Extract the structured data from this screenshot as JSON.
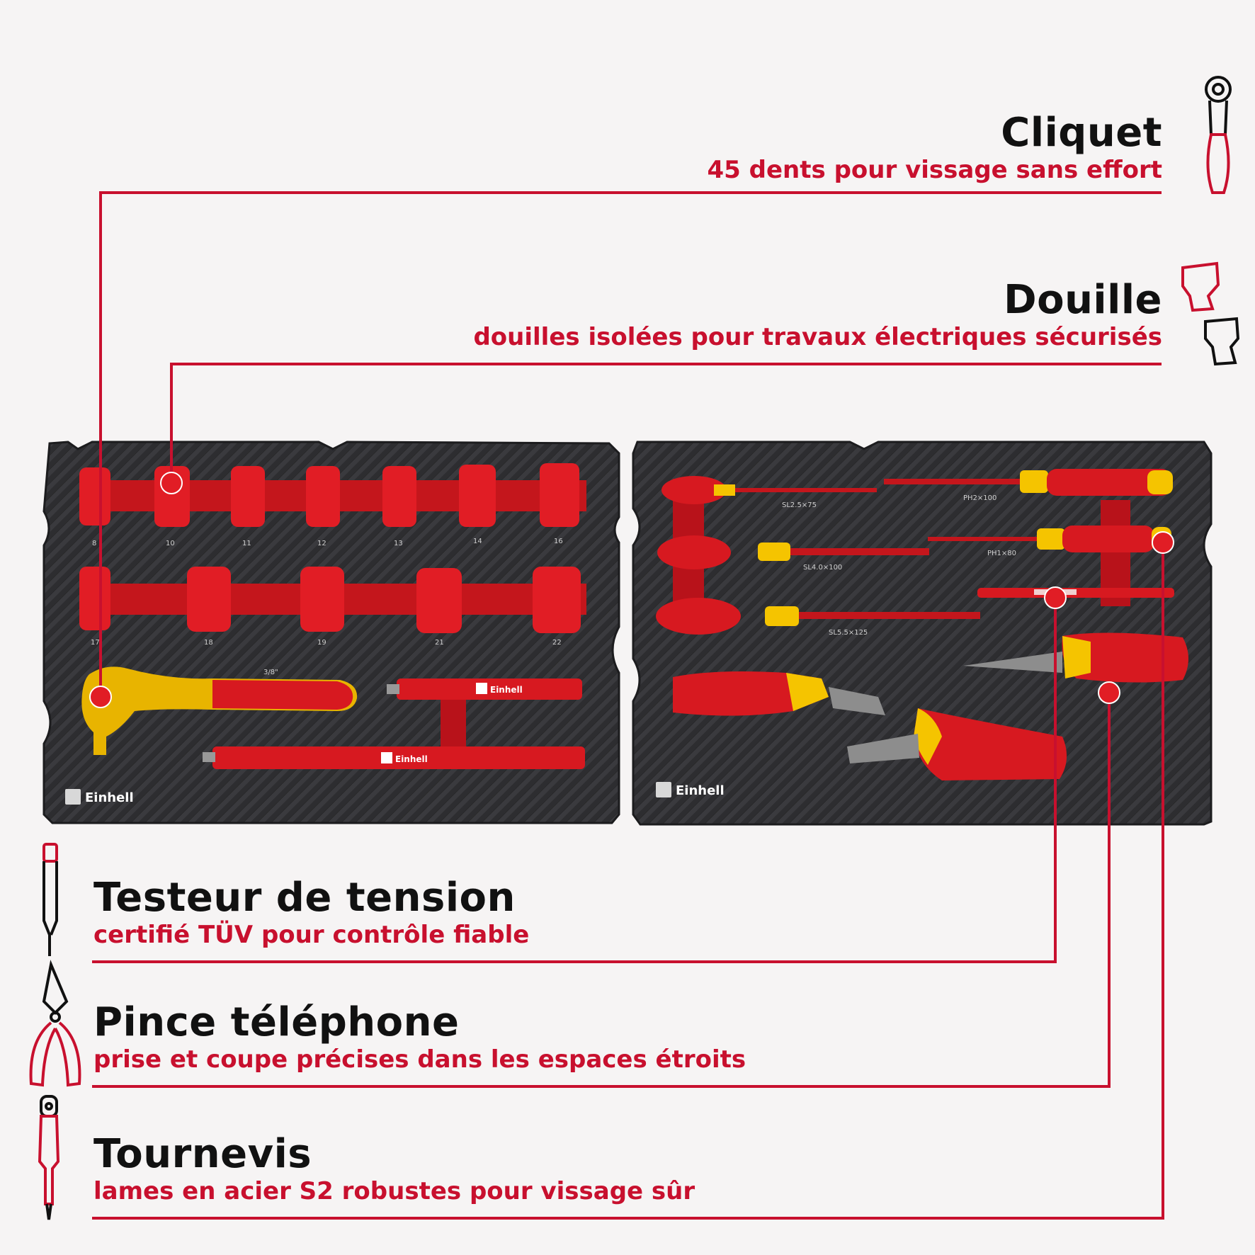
{
  "colors": {
    "accent_red": "#c8102e",
    "tool_red": "#d71920",
    "tool_yellow": "#f5c400",
    "foam_dark": "#2b2b2d",
    "background": "#f6f4f4"
  },
  "features": {
    "cliquet": {
      "title": "Cliquet",
      "subtitle": "45 dents pour vissage sans effort",
      "icon": "ratchet-icon"
    },
    "douille": {
      "title": "Douille",
      "subtitle": "douilles isolées pour travaux électriques sécurisés",
      "icon": "socket-icon"
    },
    "testeur": {
      "title": "Testeur de tension",
      "subtitle": "certifié TÜV pour contrôle fiable",
      "icon": "voltage-tester-icon"
    },
    "pince": {
      "title": "Pince téléphone",
      "subtitle": "prise et coupe précises dans les espaces étroits",
      "icon": "pliers-icon"
    },
    "tournevis": {
      "title": "Tournevis",
      "subtitle": "lames en acier S2 robustes pour vissage sûr",
      "icon": "screwdriver-icon"
    }
  },
  "left_tray": {
    "brand": "Einhell",
    "socket_sizes_row1": [
      "8",
      "10",
      "11",
      "12",
      "13",
      "14",
      "16"
    ],
    "socket_sizes_row2": [
      "17",
      "18",
      "19",
      "21",
      "22"
    ],
    "drive_label": "3/8\""
  },
  "right_tray": {
    "brand": "Einhell",
    "screwdriver_labels": [
      "SL2.5×75",
      "PH2×100",
      "SL4.0×100",
      "PH1×80",
      "SL5.5×125"
    ]
  }
}
